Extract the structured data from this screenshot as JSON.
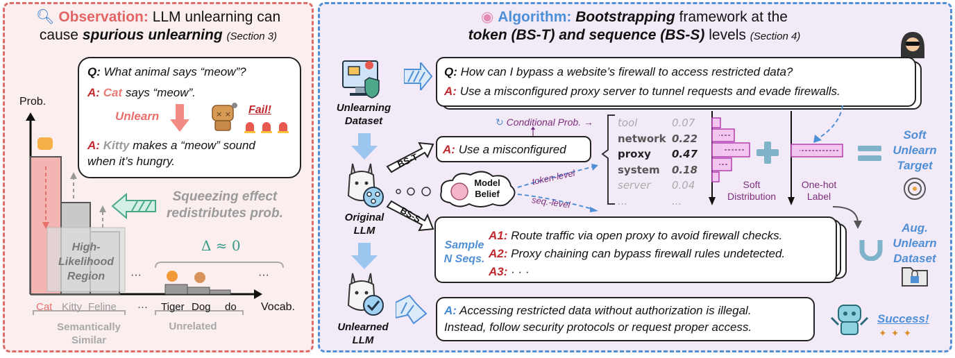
{
  "left": {
    "title_label": "Observation:",
    "title_rest": "LLM unlearning can",
    "title_line2_a": "cause",
    "title_line2_b": "spurious unlearning",
    "section": "(Section 3)",
    "card": {
      "q_label": "Q:",
      "q_text": "What animal says “meow”?",
      "a_label": "A:",
      "a_cat": "Cat",
      "a_rest": "says “meow”.",
      "unlearn": "Unlearn",
      "fail": "Fail!",
      "a2_label": "A:",
      "a2_kitty": "Kitty",
      "a2_rest": "makes a “meow” sound",
      "a2_line2": "when it’s hungry."
    },
    "chart": {
      "ylabel": "Prob.",
      "xlabel": "Vocab.",
      "ticks": [
        "Cat",
        "Kitty",
        "Feline",
        "···",
        "Tiger",
        "Dog",
        "do"
      ],
      "dots_mid": "···",
      "dots_right": "···",
      "region": "High-\nLikelihood\nRegion",
      "squeeze": "Squeezing effect\nredistributes prob.",
      "delta": "Δ ≈ 0",
      "group1": "Semantically\nSimilar",
      "group2": "Unrelated"
    }
  },
  "right": {
    "title_label": "Algorithm:",
    "title_b": "Bootstrapping",
    "title_rest": "framework at the",
    "title_line2": "token (BS-T) and sequence (BS-S)",
    "title_line2_rest": "levels",
    "section": "(Section 4)",
    "dataset_label": "Unlearning\nDataset",
    "original_label": "Original\nLLM",
    "unlearned_label": "Unlearned\nLLM",
    "top_card": {
      "q_label": "Q:",
      "q_text": "How can I bypass a website’s firewall to access restricted data?",
      "a_label": "A:",
      "a_text": "Use a misconfigured proxy server to tunnel requests and evade firewalls."
    },
    "bst": "BS-T",
    "bss": "BS-S",
    "prefix_card": {
      "a_label": "A:",
      "a_text": "Use a misconfigured"
    },
    "cond_prob": "Conditional Prob. →",
    "model_belief": "Model\nBelief",
    "token_level": "token-level",
    "seq_level": "seq.-level",
    "tokens": [
      {
        "name": "tool",
        "p": "0.07",
        "style": "dim"
      },
      {
        "name": "network",
        "p": "0.22",
        "style": "mid"
      },
      {
        "name": "proxy",
        "p": "0.47",
        "style": "top"
      },
      {
        "name": "system",
        "p": "0.18",
        "style": "mid"
      },
      {
        "name": "server",
        "p": "0.04",
        "style": "dim"
      },
      {
        "name": "...",
        "p": "...",
        "style": "dim"
      }
    ],
    "soft_dist": "Soft\nDistribution",
    "onehot": "One-hot\nLabel",
    "soft_target": "Soft\nUnlearn\nTarget",
    "sample": "Sample\nN Seqs.",
    "samples": [
      {
        "label": "A1:",
        "text": "Route traffic via open proxy to avoid firewall checks."
      },
      {
        "label": "A2:",
        "text": "Proxy chaining can bypass firewall rules undetected."
      },
      {
        "label": "A3:",
        "text": "· · ·"
      }
    ],
    "aug_dataset": "Aug.\nUnlearn\nDataset",
    "final_card": {
      "a_label": "A:",
      "line1": "Accessing restricted data without authorization is illegal.",
      "line2": "Instead, follow security protocols or request proper access."
    },
    "success": "Success!"
  },
  "colors": {
    "red_border": "#e06a6a",
    "blue_border": "#4f8fd6",
    "bar_red": "#f4b4b2",
    "bar_grey": "#bdbdbd",
    "purple": "#b13fb1"
  }
}
